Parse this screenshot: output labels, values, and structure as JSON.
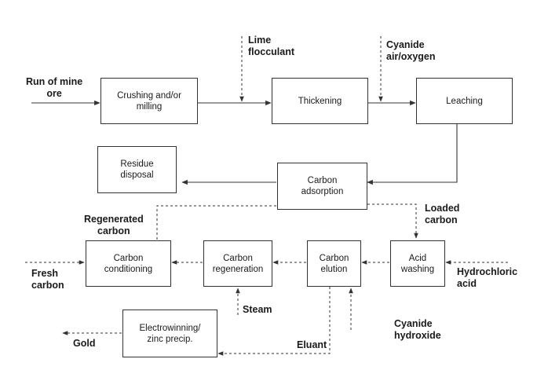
{
  "process_boxes": {
    "crushing": "Crushing and/or\nmilling",
    "thickening": "Thickening",
    "leaching": "Leaching",
    "residue": "Residue\ndisposal",
    "adsorption": "Carbon\nadsorption",
    "conditioning": "Carbon\nconditioning",
    "regeneration": "Carbon\nregeneration",
    "elution": "Carbon\nelution",
    "acid_washing": "Acid\nwashing",
    "electrowinning": "Electrowinning/\nzinc precip."
  },
  "stream_labels": {
    "run_of_mine": "Run of mine\nore",
    "lime": "Lime\nflocculant",
    "cyanide_air": "Cyanide\nair/oxygen",
    "regenerated": "Regenerated\ncarbon",
    "loaded": "Loaded\ncarbon",
    "fresh": "Fresh\ncarbon",
    "hydrochloric": "Hydrochloric\nacid",
    "steam": "Steam",
    "cyanide_hydroxide": "Cyanide\nhydroxide",
    "eluant": "Eluant",
    "gold": "Gold"
  }
}
